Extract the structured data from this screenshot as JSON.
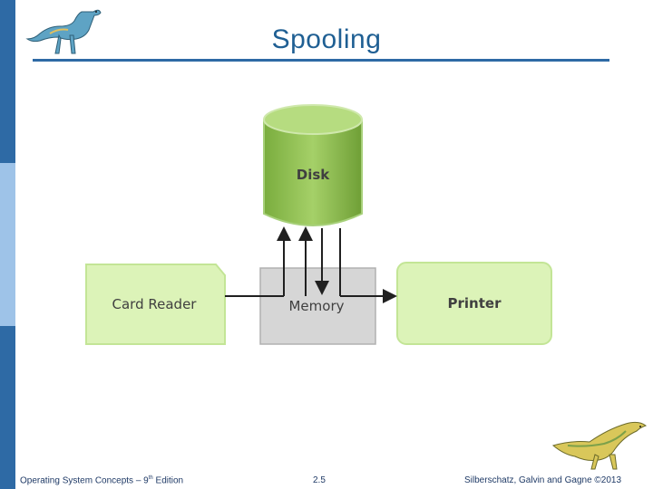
{
  "slide": {
    "title": "Spooling",
    "footer_left_prefix": "Operating System Concepts – 9",
    "footer_left_sup": "th",
    "footer_left_suffix": " Edition",
    "page_number": "2.5",
    "footer_right": "Silberschatz, Galvin and Gagne ©2013"
  },
  "diagram": {
    "disk_label": "Disk",
    "card_reader_label": "Card Reader",
    "memory_label": "Memory",
    "printer_label": "Printer"
  },
  "colors": {
    "accent": "#2e6aa5",
    "title": "#1f5f93",
    "disk_green": "#8dbf4f",
    "box_green": "#dcf3b8",
    "memory_gray": "#d6d6d6"
  }
}
